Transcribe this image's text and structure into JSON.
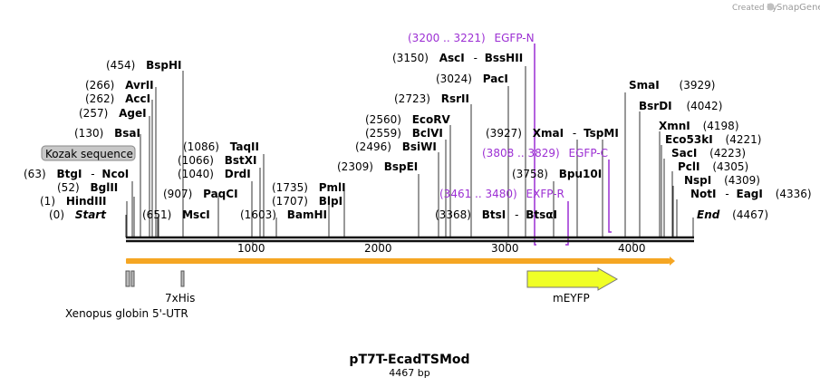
{
  "credit": {
    "prefix": "Created by",
    "brand": "SnapGene"
  },
  "plasmid": {
    "name": "pT7T-EcadTSMod",
    "length_label": "4467 bp"
  },
  "features": {
    "kozak": "Kozak sequence",
    "utr": "Xenopus globin 5'-UTR",
    "his": "7xHis",
    "meyfp": "mEYFP",
    "colors": {
      "backbone": "#f5a623",
      "meyfp": "#f0ff26",
      "kozak": "#c8c8c8"
    }
  },
  "ruler": [
    "1000",
    "2000",
    "3000",
    "4000"
  ],
  "sites": {
    "start": {
      "pos": "(0)",
      "name": "Start"
    },
    "hindiii": {
      "pos": "(1)",
      "name": "HindIII"
    },
    "bglii": {
      "pos": "(52)",
      "name": "BglII"
    },
    "btgi": {
      "pos": "(63)",
      "name": "BtgI",
      "sep": "-",
      "name2": "NcoI"
    },
    "bsai": {
      "pos": "(130)",
      "name": "BsaI"
    },
    "agei": {
      "pos": "(257)",
      "name": "AgeI"
    },
    "acci": {
      "pos": "(262)",
      "name": "AccI"
    },
    "avrii": {
      "pos": "(266)",
      "name": "AvrII"
    },
    "bsphi": {
      "pos": "(454)",
      "name": "BspHI"
    },
    "msci": {
      "pos": "(651)",
      "name": "MscI"
    },
    "paqci": {
      "pos": "(907)",
      "name": "PaqCI"
    },
    "drdi": {
      "pos": "(1040)",
      "name": "DrdI"
    },
    "bstxi": {
      "pos": "(1066)",
      "name": "BstXI"
    },
    "taqii": {
      "pos": "(1086)",
      "name": "TaqII"
    },
    "bamhi": {
      "pos": "(1603)",
      "name": "BamHI"
    },
    "blpi": {
      "pos": "(1707)",
      "name": "BlpI"
    },
    "pmli": {
      "pos": "(1735)",
      "name": "PmlI"
    },
    "bspei": {
      "pos": "(2309)",
      "name": "BspEI"
    },
    "bsiwi": {
      "pos": "(2496)",
      "name": "BsiWI"
    },
    "bclvi": {
      "pos": "(2559)",
      "name": "BclVI"
    },
    "ecorv": {
      "pos": "(2560)",
      "name": "EcoRV"
    },
    "rsrii": {
      "pos": "(2723)",
      "name": "RsrII"
    },
    "paci": {
      "pos": "(3024)",
      "name": "PacI"
    },
    "asci": {
      "pos": "(3150)",
      "name": "AscI",
      "sep": "-",
      "name2": "BssHII"
    },
    "btsi": {
      "pos": "(3368)",
      "name": "BtsI",
      "sep": "-",
      "name2": "BtsαI"
    },
    "bpu10i": {
      "pos": "(3758)",
      "name": "Bpu10I"
    },
    "xmai": {
      "pos": "(3927)",
      "name": "XmaI",
      "sep": "-",
      "name2": "TspMI"
    },
    "smai": {
      "pos": "(3929)",
      "name": "SmaI"
    },
    "bsrdi": {
      "pos": "(4042)",
      "name": "BsrDI"
    },
    "xmni": {
      "pos": "(4198)",
      "name": "XmnI"
    },
    "eco53ki": {
      "pos": "(4221)",
      "name": "Eco53kI"
    },
    "saci": {
      "pos": "(4223)",
      "name": "SacI"
    },
    "pcli": {
      "pos": "(4305)",
      "name": "PclI"
    },
    "nspi": {
      "pos": "(4309)",
      "name": "NspI"
    },
    "noti": {
      "pos": "(4336)",
      "name": "NotI",
      "sep": "-",
      "name2": "EagI"
    },
    "end": {
      "pos": "(4467)",
      "name": "End"
    }
  },
  "primers": {
    "egfpn": {
      "range": "(3200 .. 3221)",
      "name": "EGFP-N"
    },
    "egfpc": {
      "range": "(3808 .. 3829)",
      "name": "EGFP-C"
    },
    "exfpr": {
      "range": "(3461 .. 3480)",
      "name": "EXFP-R"
    }
  }
}
